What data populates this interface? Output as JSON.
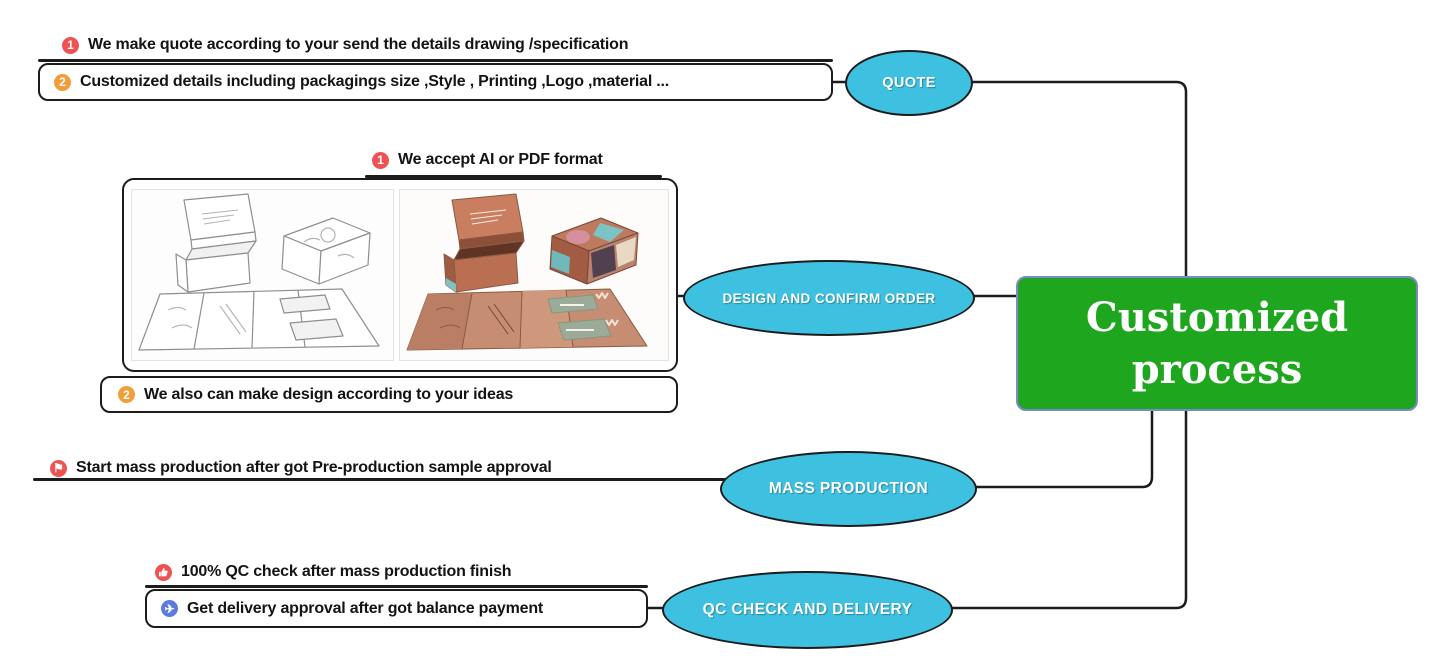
{
  "palette": {
    "node_fill": "#3ec1e1",
    "node_border": "#1c1c1c",
    "root_fill": "#1ea71e",
    "root_border": "#7b89c9",
    "badge_red": "#ee5253",
    "badge_orange": "#f09d3a",
    "badge_blue": "#5b7be0",
    "line_color": "#1c1c1c",
    "text_color": "#141414"
  },
  "icons": {
    "flag": "⚑",
    "airplane": "✈"
  },
  "root": {
    "label_line1": "Customized",
    "label_line2": "process"
  },
  "branches": {
    "quote": {
      "node_label": "QUOTE",
      "items": [
        {
          "badge": "1",
          "text": "We make quote according to your send the details drawing /specification"
        },
        {
          "badge": "2",
          "text": "Customized details including packagings size ,Style , Printing ,Logo ,material ..."
        }
      ]
    },
    "design": {
      "node_label": "DESIGN AND CONFIRM ORDER",
      "items": [
        {
          "badge": "1",
          "text": "We accept AI or PDF format"
        },
        {
          "badge": "2",
          "text": "We also can make design according to your ideas"
        }
      ],
      "images": [
        {
          "name": "packaging-dieline-sketch",
          "description": "line-art sketch of magnetic gift box and flat dieline"
        },
        {
          "name": "packaging-dieline-rendered",
          "description": "colored rendering of magnetic gift box and flat dieline"
        }
      ]
    },
    "mass_production": {
      "node_label": "MASS PRODUCTION",
      "items": [
        {
          "badge": "flag",
          "text": "Start mass production after got Pre-production sample approval"
        }
      ]
    },
    "qc_delivery": {
      "node_label": "QC CHECK AND DELIVERY",
      "items": [
        {
          "badge": "thumbs-up",
          "text": "100% QC check after mass production finish"
        },
        {
          "badge": "airplane",
          "text": "Get delivery approval after got balance payment"
        }
      ]
    }
  }
}
